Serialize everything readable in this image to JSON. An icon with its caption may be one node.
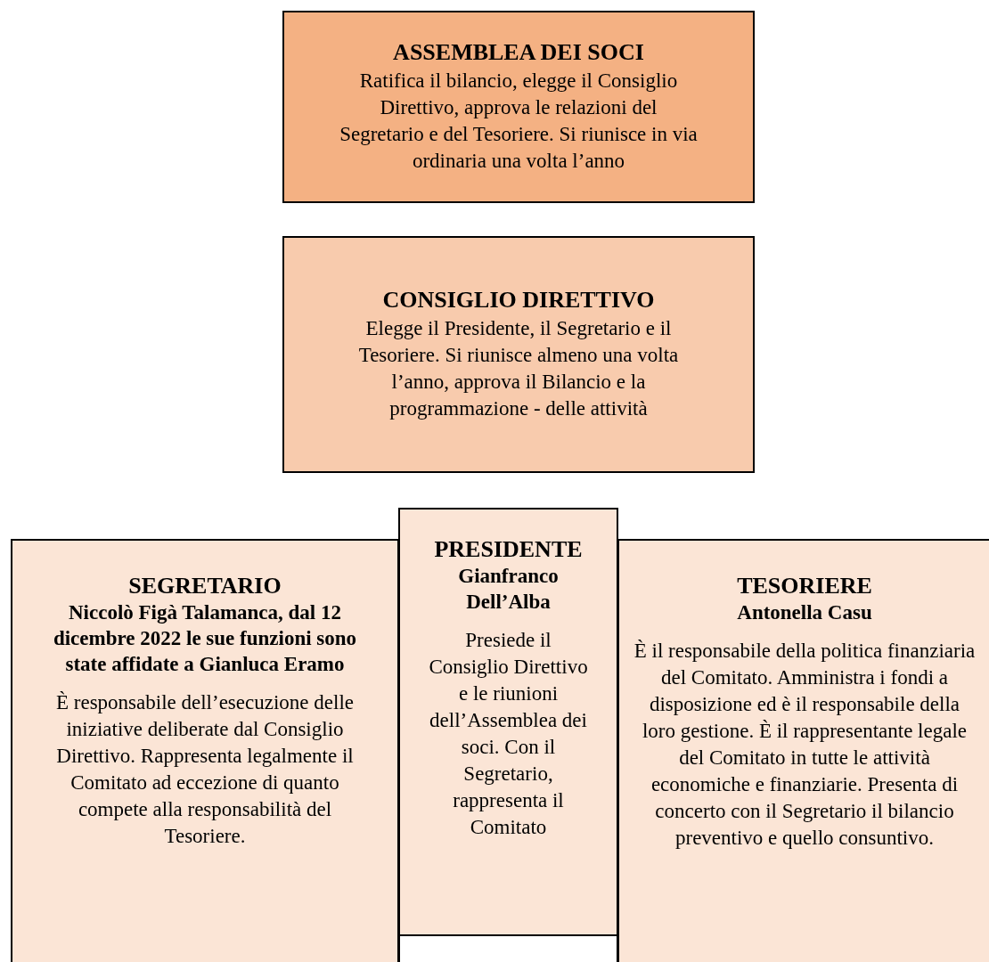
{
  "diagram": {
    "nodes": [
      {
        "text": [
          "ASSEMBLEA DEI SOCI",
          "Ratifica il bilancio, elegge il Consiglio Direttivo, approva le relazioni del Segretario e del Tesoriere. Si riunisce in via ordinaria una volta l’anno"
        ]
      },
      {
        "text": [
          "CONSIGLIO DIRETTIVO",
          "Elegge il Presidente, il Segretario e il Tesoriere. Si riunisce almeno una volta l’anno, approva il Bilancio e la programmazione - delle attività"
        ]
      },
      {
        "text": [
          "SEGRETARIO",
          "Niccolò Figà Talamanca, dal 12 dicembre 2022 le sue funzioni sono state affidate a Gianluca Eramo",
          "È responsabile dell’esecuzione delle iniziative deliberate dal Consiglio Direttivo. Rappresenta legalmente il Comitato ad eccezione di quanto compete alla responsabilità del Tesoriere."
        ]
      },
      {
        "text": [
          "PRESIDENTE",
          "Gianfranco Dell’Alba",
          "Presiede il Consiglio Direttivo e le riunioni dell’Assemblea dei soci. Con il Segretario, rappresenta il Comitato"
        ]
      },
      {
        "text": [],
        "shape": "box"
      },
      {
        "text": [
          "TESORIERE",
          "Antonella Casu",
          "È il responsabile della politica finanziaria del Comitato. Amministra i fondi a disposizione ed è il responsabile della loro gestione. È il rappresentante legale del Comitato in tutte le attività economiche e finanziarie. Presenta di concerto con il Segretario il bilancio preventivo e quello consuntivo."
        ]
      }
    ],
    "edges": []
  }
}
